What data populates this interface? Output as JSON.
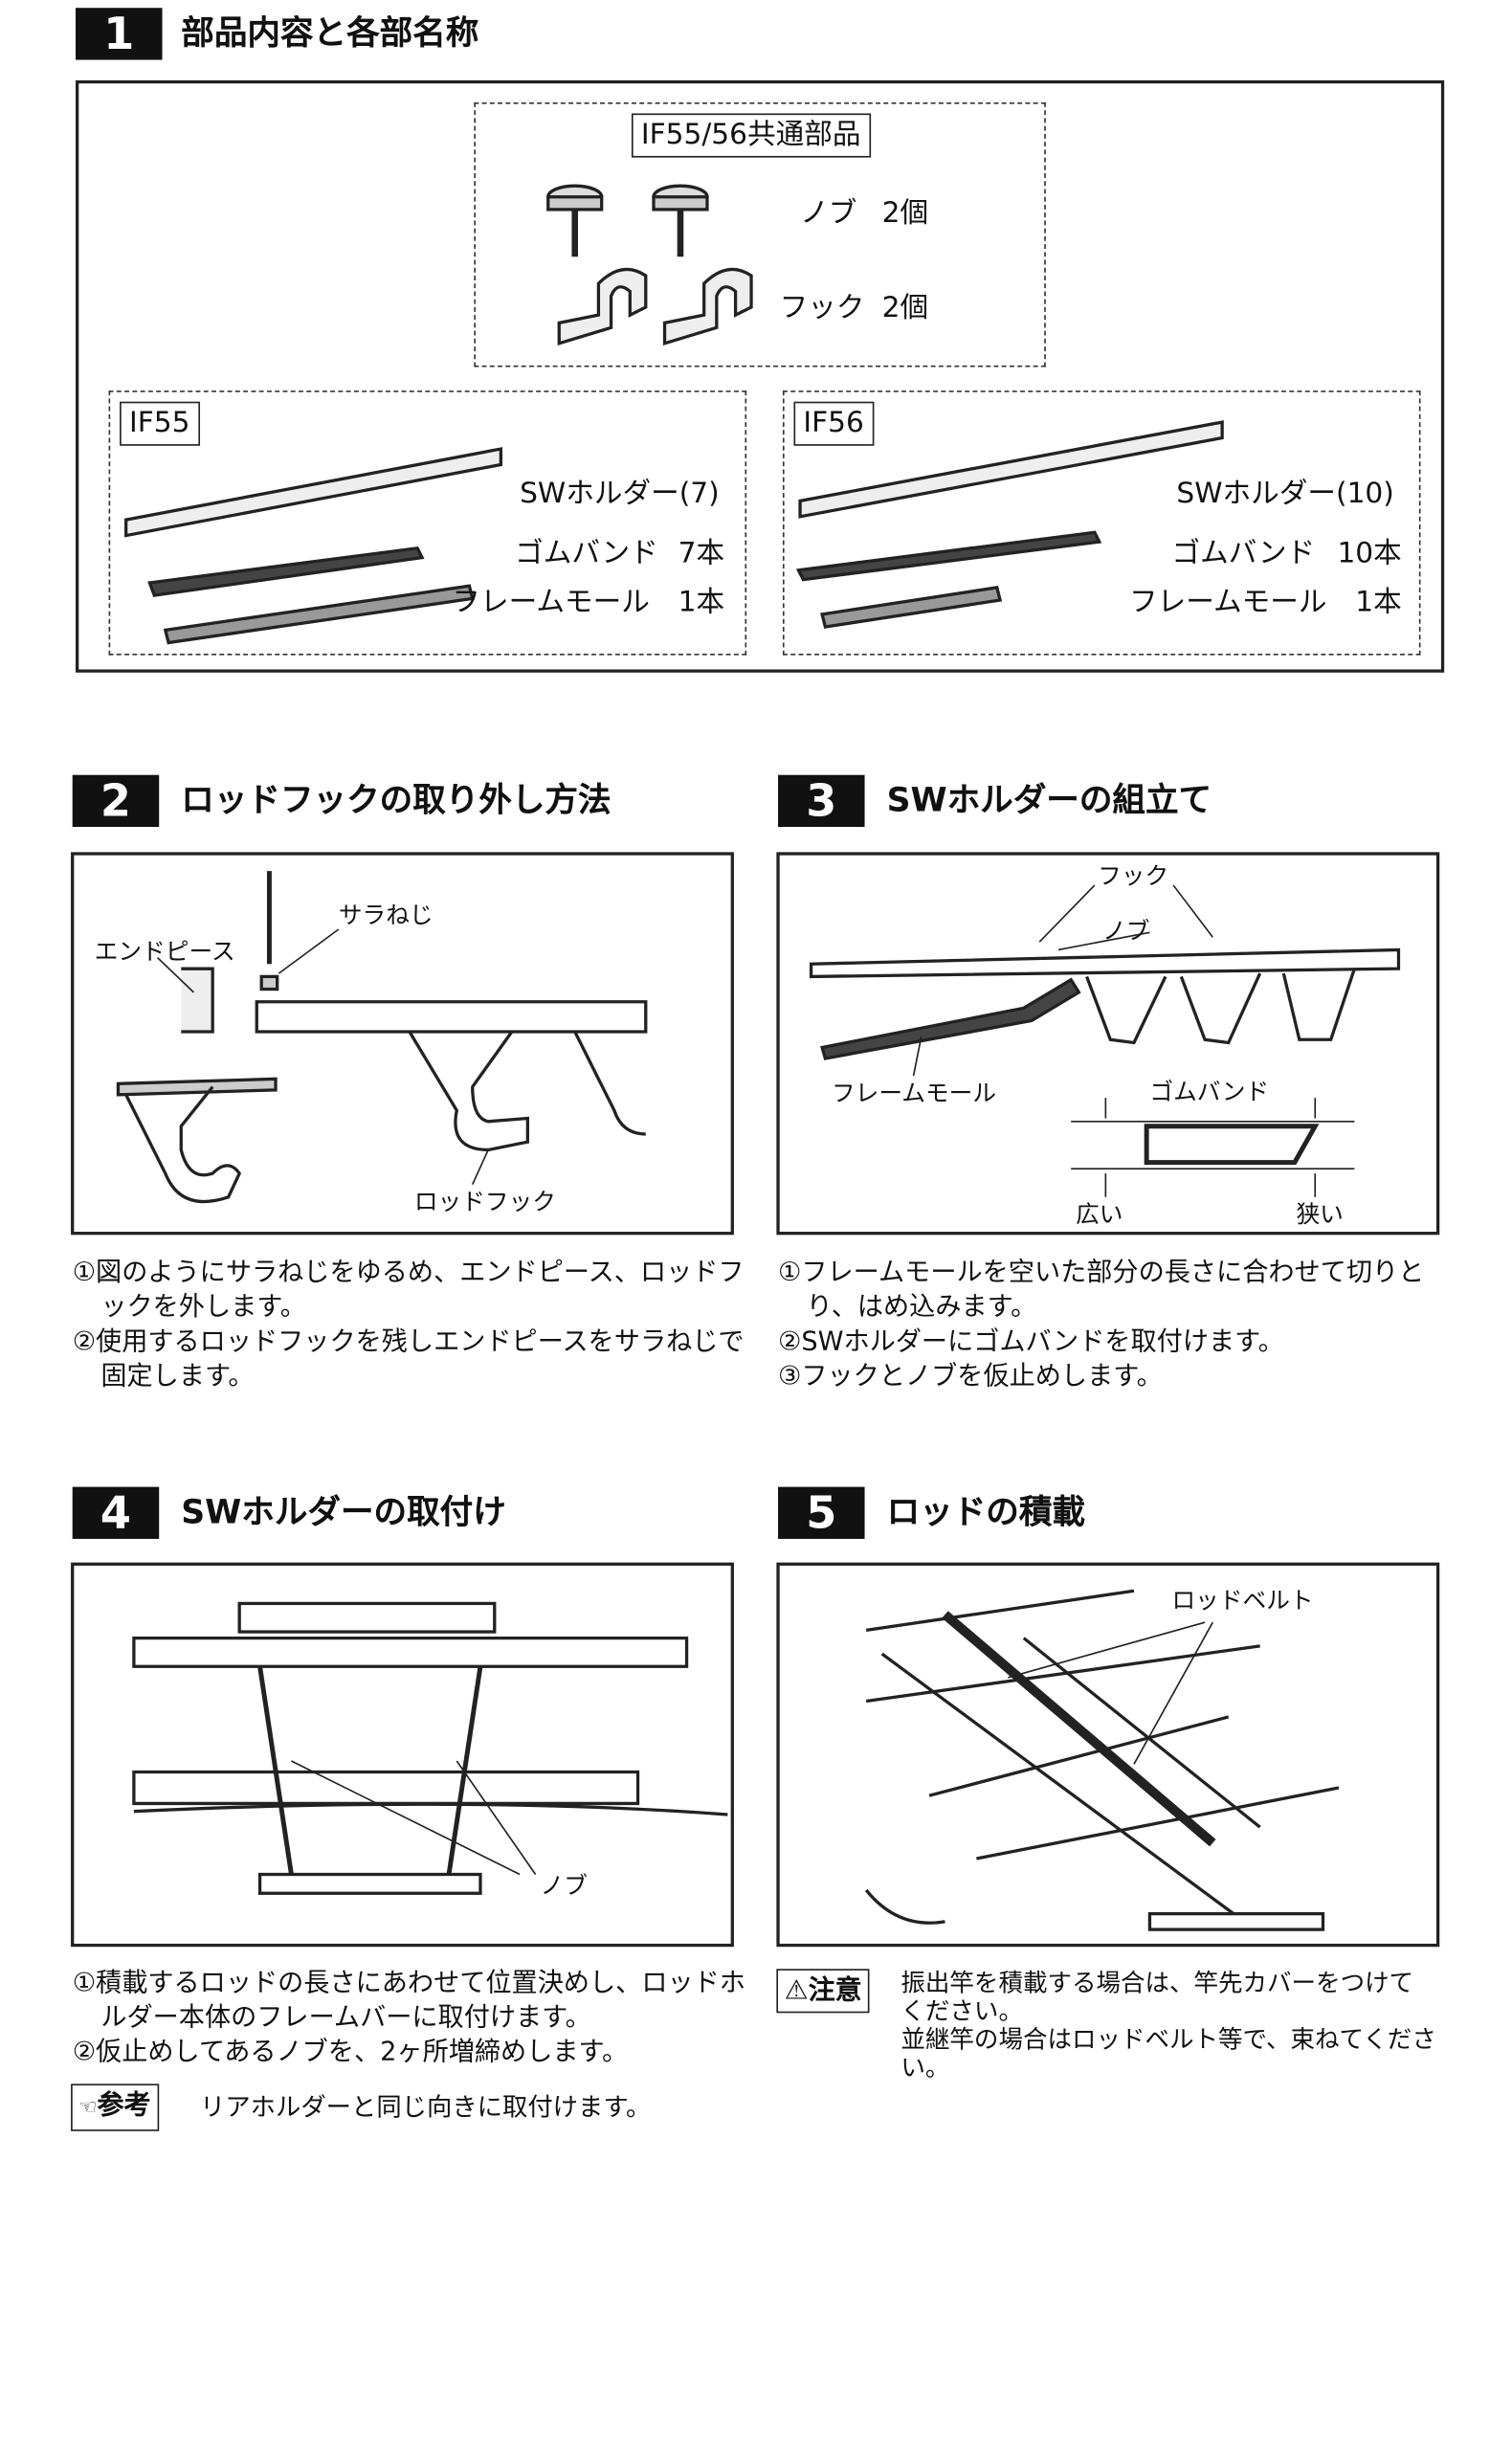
{
  "section1": {
    "number": "1",
    "title": "部品内容と各部名称",
    "common": {
      "label": "IF55/56共通部品",
      "items": [
        {
          "name": "ノブ",
          "qty": "2個"
        },
        {
          "name": "フック",
          "qty": "2個"
        }
      ]
    },
    "if55": {
      "label": "IF55",
      "items": [
        {
          "name": "SWホルダー(7)",
          "qty": ""
        },
        {
          "name": "ゴムバンド",
          "qty": "7本"
        },
        {
          "name": "フレームモール",
          "qty": "1本"
        }
      ]
    },
    "if56": {
      "label": "IF56",
      "items": [
        {
          "name": "SWホルダー(10)",
          "qty": ""
        },
        {
          "name": "ゴムバンド",
          "qty": "10本"
        },
        {
          "name": "フレームモール",
          "qty": "1本"
        }
      ]
    }
  },
  "section2": {
    "number": "2",
    "title": "ロッドフックの取り外し方法",
    "labels": {
      "screw": "サラねじ",
      "endpiece": "エンドピース",
      "rodhook": "ロッドフック"
    },
    "steps": [
      "①図のようにサラねじをゆるめ、エンドピース、ロッドフックを外します。",
      "②使用するロッドフックを残しエンドピースをサラねじで固定します。"
    ]
  },
  "section3": {
    "number": "3",
    "title": "SWホルダーの組立て",
    "labels": {
      "hook": "フック",
      "knob": "ノブ",
      "frame": "フレームモール",
      "band": "ゴムバンド",
      "wide": "広い",
      "narrow": "狭い"
    },
    "steps": [
      "①フレームモールを空いた部分の長さに合わせて切りとり、はめ込みます。",
      "②SWホルダーにゴムバンドを取付けます。",
      "③フックとノブを仮止めします。"
    ]
  },
  "section4": {
    "number": "4",
    "title": "SWホルダーの取付け",
    "labels": {
      "knob": "ノブ"
    },
    "steps": [
      "①積載するロッドの長さにあわせて位置決めし、ロッドホルダー本体のフレームバーに取付けます。",
      "②仮止めしてあるノブを、2ヶ所増締めします。"
    ],
    "reference": {
      "badge": "参考",
      "text": "リアホルダーと同じ向きに取付けます。"
    }
  },
  "section5": {
    "number": "5",
    "title": "ロッドの積載",
    "labels": {
      "belt": "ロッドベルト"
    },
    "caution": {
      "badge": "注意",
      "lines": [
        "振出竿を積載する場合は、竿先カバーをつけてください。",
        "並継竿の場合はロッドベルト等で、束ねてください。"
      ]
    }
  }
}
